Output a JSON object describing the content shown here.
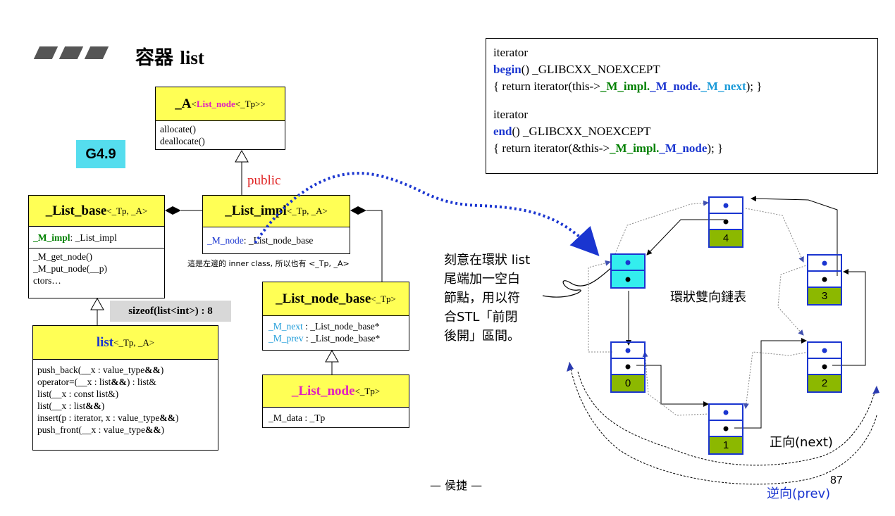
{
  "slide": {
    "title_cjk": "容器",
    "title_en": "list",
    "version_badge": "G4.9",
    "author": "— 侯捷 —",
    "page_number": "87"
  },
  "uml": {
    "alloc": {
      "name": "_A",
      "tmpl_open": "<",
      "tmpl_mid": "List_node",
      "tmpl_close": "<_Tp>>",
      "methods": [
        "allocate()",
        "deallocate()"
      ]
    },
    "list_base": {
      "name": "_List_base",
      "tmpl": "<_Tp, _A>",
      "field_name": "_M_impl",
      "field_type": " : _List_impl",
      "methods": [
        "_M_get_node()",
        "_M_put_node(__p)",
        "ctors…"
      ]
    },
    "list_impl": {
      "name": "_List_impl",
      "tmpl": "<_Tp, _A>",
      "field_name": "_M_node",
      "field_type": " : _List_node_base"
    },
    "list_node_base": {
      "name": "_List_node_base",
      "tmpl": "<_Tp>",
      "f1_name": "_M_next",
      "f1_type": " : _List_node_base*",
      "f2_name": "_M_prev",
      "f2_type": " : _List_node_base*"
    },
    "list_node": {
      "name": "_List_node",
      "tmpl": "<_Tp>",
      "field": "_M_data : _Tp"
    },
    "list": {
      "name": "list",
      "tmpl": "<_Tp, _A>",
      "methods": [
        {
          "pre": "push_back(__x : value_type",
          "amp": "&&",
          "post": ")"
        },
        {
          "pre": "operator=(__x : list",
          "amp": "&&",
          "post": ") : list&"
        },
        {
          "pre": "list(__x : const list&)",
          "amp": "",
          "post": ""
        },
        {
          "pre": "list(__x : list",
          "amp": "&&",
          "post": ")"
        },
        {
          "pre": "insert(p : iterator, x : value_type",
          "amp": "&&",
          "post": ")"
        },
        {
          "pre": "push_front(__x : value_type",
          "amp": "&&",
          "post": ")"
        }
      ]
    },
    "public_label": "public",
    "sizeof_label": "sizeof(list<int>) : 8",
    "inner_class_note": "這是左邊的 inner class, 所以也有 <_Tp, _A>"
  },
  "code": {
    "begin_ret": "iterator",
    "begin_name": "begin",
    "begin_sig": "() _GLIBCXX_NOEXCEPT",
    "begin_body_pre": "{ return iterator(this->",
    "begin_m_impl": "_M_impl.",
    "begin_m_node": "_M_node.",
    "begin_m_next": "_M_next",
    "begin_body_post": "); }",
    "end_ret": "iterator",
    "end_name": "end",
    "end_sig": "() _GLIBCXX_NOEXCEPT",
    "end_body_pre": "{ return iterator(&this->",
    "end_m_impl": "_M_impl.",
    "end_m_node": "_M_node",
    "end_body_post": "); }"
  },
  "annotation": [
    "刻意在環狀 list",
    "尾端加一空白",
    "節點，用以符",
    "合STL「前閉",
    "後開」區間。"
  ],
  "ring": {
    "label": "環狀雙向鏈表",
    "forward": "正向(next)",
    "reverse": "逆向(prev)",
    "nodes": [
      "0",
      "1",
      "2",
      "3",
      "4"
    ]
  },
  "colors": {
    "header_yellow": "#ffff55",
    "node_green": "#8cb800",
    "cyan_node": "#33eeee",
    "badge_cyan": "#55ddee",
    "pointer_blue": "#1a35d0"
  }
}
